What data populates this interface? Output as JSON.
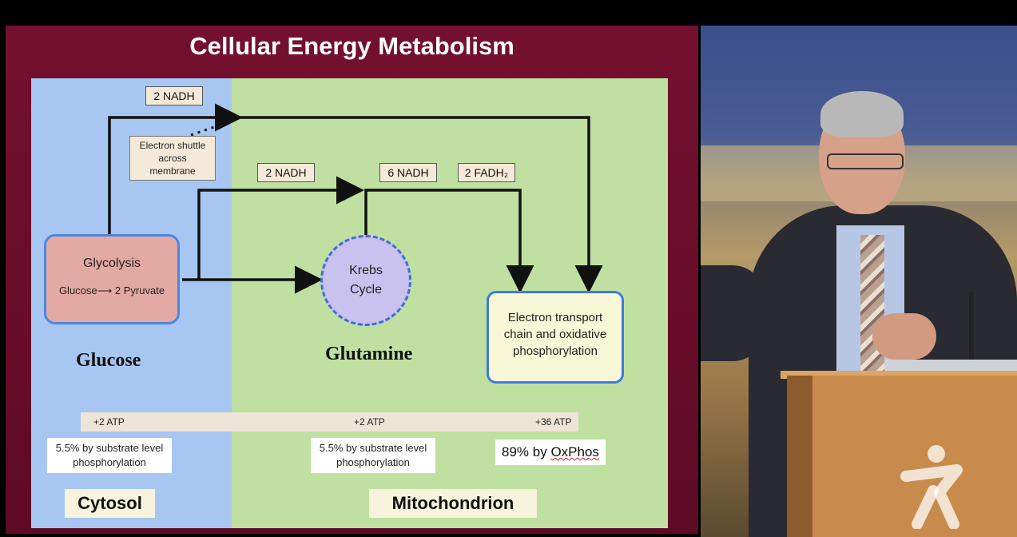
{
  "slide": {
    "title": "Cellular Energy Metabolism",
    "labels": {
      "nadh_top": "2 NADH",
      "electron_shuttle": "Electron shuttle across membrane",
      "nadh_mid": "2 NADH",
      "nadh_krebs": "6 NADH",
      "fadh2": "2 FADH₂"
    },
    "glycolysis": {
      "title": "Glycolysis",
      "reaction_left": "Glucose",
      "reaction_right": "2 Pyruvate"
    },
    "krebs": {
      "line1": "Krebs",
      "line2": "Cycle"
    },
    "etc": {
      "line1": "Electron transport",
      "line2": "chain and oxidative",
      "line3": "phosphorylation"
    },
    "substrates": {
      "glucose": "Glucose",
      "glutamine": "Glutamine"
    },
    "atp": {
      "glycolysis": "+2 ATP",
      "krebs": "+2 ATP",
      "oxphos": "+36 ATP"
    },
    "notes": {
      "cytosol_note_1": "5.5% by substrate level",
      "cytosol_note_2": "phosphorylation",
      "mito_note_1": "5.5% by substrate level",
      "mito_note_2": "phosphorylation",
      "oxphos_prefix": "89% by ",
      "oxphos_word": "OxPhos"
    },
    "regions": {
      "cytosol": "Cytosol",
      "mitochondrion": "Mitochondrion"
    },
    "colors": {
      "slide_bg": "#6a0c2c",
      "cytosol_bg": "#a7c7f2",
      "mitochondrion_bg": "#bfe0a0",
      "glycolysis_fill": "#e2aaa3",
      "krebs_fill": "#c9c1ee",
      "etc_fill": "#f8f7d8",
      "box_border": "#3f7ae0"
    }
  },
  "video": {
    "content": "speaker at podium",
    "watermark_icon": "running-figure-icon"
  }
}
